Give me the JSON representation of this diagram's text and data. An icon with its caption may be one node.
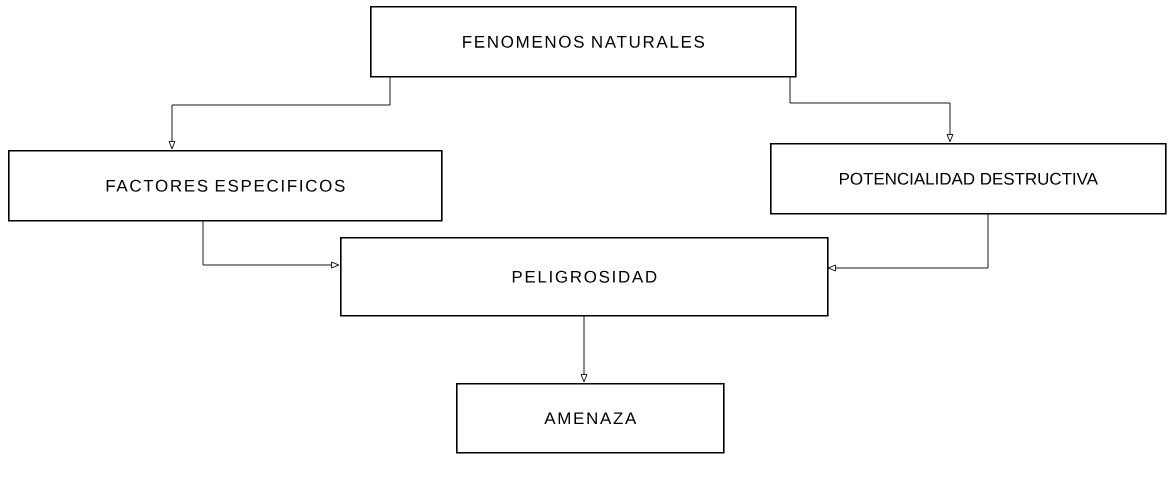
{
  "diagram": {
    "nodes": [
      {
        "text": [
          "FENOMENOS NATURALES"
        ]
      },
      {
        "text": [
          "FACTORES ESPECIFICOS"
        ]
      },
      {
        "text": [
          "POTENCIALIDAD DESTRUCTIVA"
        ]
      },
      {
        "text": [
          "PELIGROSIDAD"
        ]
      },
      {
        "text": [
          "AMENAZA"
        ]
      }
    ],
    "edges": [
      {
        "from": 0,
        "to": 1,
        "arrow": "to"
      },
      {
        "from": 0,
        "to": 2,
        "arrow": "to"
      },
      {
        "from": 1,
        "to": 3,
        "arrow": "to"
      },
      {
        "from": 2,
        "to": 3,
        "arrow": "to"
      },
      {
        "from": 3,
        "to": 4,
        "arrow": "to"
      }
    ]
  }
}
